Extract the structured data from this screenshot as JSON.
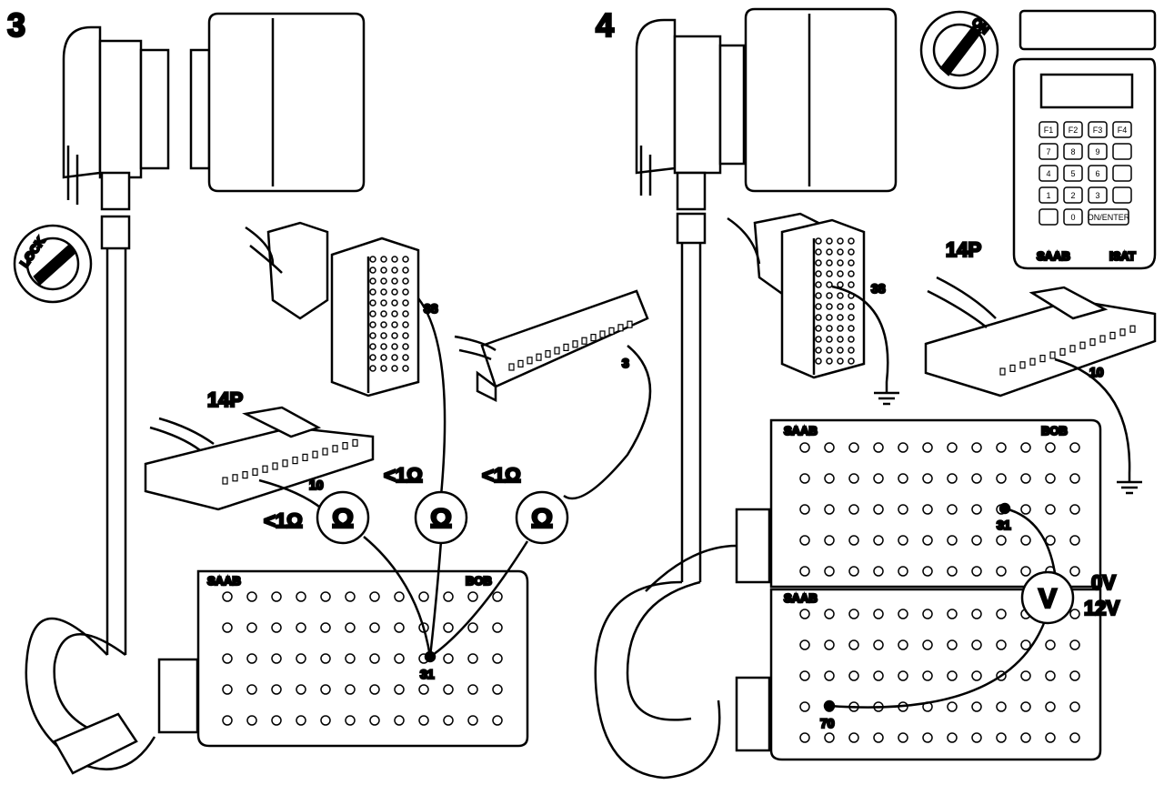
{
  "panel3": {
    "step": "3",
    "lock_label": "LOCK",
    "connector_label": "14P",
    "pin_14p": "10",
    "pin_ecu_a": "38",
    "pin_ecu_b": "3",
    "bob_pin": "31",
    "bob_brand": "SAAB",
    "bob_name": "BOB",
    "reading_left": "<1Ω",
    "reading_middle": "<1Ω",
    "reading_right": "<1Ω",
    "ohm_symbol": "Ω"
  },
  "panel4": {
    "step": "4",
    "on_label": "ON",
    "connector_label": "14P",
    "pin_14p": "10",
    "pin_ecu": "38",
    "bob_upper_brand": "SAAB",
    "bob_upper_name": "BOB",
    "bob_lower_brand": "SAAB",
    "bob_upper_pin": "31",
    "bob_lower_pin": "70",
    "volt_symbol": "V",
    "reading_0v": "0V",
    "reading_12v": "12V",
    "isat": {
      "brand": "SAAB",
      "model": "ISAT",
      "keys": [
        "F1",
        "F2",
        "F3",
        "F4",
        "7",
        "8",
        "9",
        "",
        "4",
        "5",
        "6",
        "",
        "1",
        "2",
        "3",
        "",
        "",
        "0",
        "ON/ENTER"
      ]
    }
  }
}
